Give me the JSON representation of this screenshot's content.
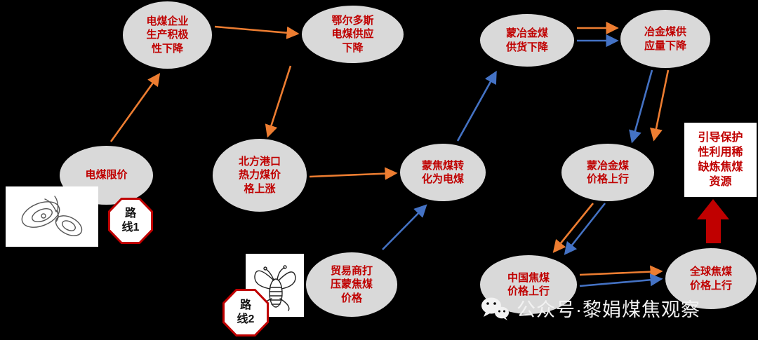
{
  "colors": {
    "background": "#000000",
    "node_fill": "#d9d9d9",
    "node_text_red": "#c00000",
    "arrow_orange": "#ed7d31",
    "arrow_blue": "#4472c4",
    "highlight_red": "#c00000"
  },
  "nodes": [
    {
      "id": "coal-price-cap",
      "text": "电煤限价"
    },
    {
      "id": "producer-enthusiasm-down",
      "text": "电煤企业生产积极性下降"
    },
    {
      "id": "ordos-thermal-supply-down",
      "text": "鄂尔多斯电煤供应下降"
    },
    {
      "id": "north-port-thermal-price-up",
      "text": "北方港口热力煤价格上涨"
    },
    {
      "id": "mongolian-coking-converted-to-thermal",
      "text": "蒙焦煤转化为电煤"
    },
    {
      "id": "mongolian-met-coal-supply-down",
      "text": "蒙冶金煤供货下降"
    },
    {
      "id": "met-coal-supply-volume-down",
      "text": "冶金煤供应量下降"
    },
    {
      "id": "mongolian-met-coal-price-up",
      "text": "蒙冶金煤价格上行"
    },
    {
      "id": "traders-suppress-mongolian-coking-price",
      "text": "贸易商打压蒙焦煤价格"
    },
    {
      "id": "china-coking-coal-price-up",
      "text": "中国焦煤价格上行"
    },
    {
      "id": "global-coking-coal-price-up",
      "text": "全球焦煤价格上行"
    }
  ],
  "routes": [
    {
      "label": "路\n线1"
    },
    {
      "label": "路\n线2"
    }
  ],
  "annotation": {
    "text": "引导保护性利用稀缺炼焦煤资源"
  },
  "watermark": {
    "text": "公众号·黎娟煤焦观察"
  }
}
